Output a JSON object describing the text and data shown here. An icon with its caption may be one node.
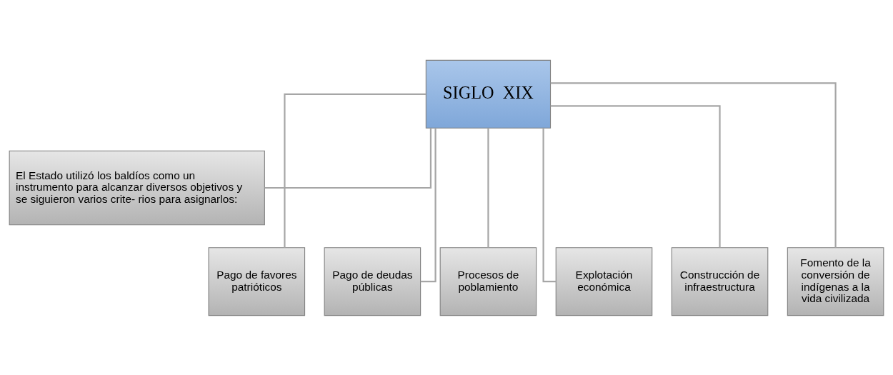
{
  "diagram": {
    "nodes": [
      {
        "text": [
          "SIGLO  XIX"
        ]
      },
      {
        "text": [
          "El Estado utilizó los baldíos como un instrumento para alcanzar diversos objetivos y se siguieron varios crite- rios para asignarlos:"
        ]
      },
      {
        "text": [
          "Pago de favores patrióticos"
        ]
      },
      {
        "text": [
          "Pago de deudas públicas"
        ]
      },
      {
        "text": [
          "Procesos de poblamiento"
        ]
      },
      {
        "text": [
          "Explotación económica"
        ]
      },
      {
        "text": [
          "Construcción de infraestructura"
        ]
      },
      {
        "text": [
          "Fomento de la conversión de indígenas a la vida civilizada"
        ]
      }
    ],
    "edges": [
      {
        "from": 0,
        "to": 1,
        "arrow": "none"
      },
      {
        "from": 0,
        "to": 2,
        "arrow": "none"
      },
      {
        "from": 0,
        "to": 3,
        "arrow": "none"
      },
      {
        "from": 0,
        "to": 4,
        "arrow": "none"
      },
      {
        "from": 0,
        "to": 5,
        "arrow": "none"
      },
      {
        "from": 0,
        "to": 6,
        "arrow": "none"
      },
      {
        "from": 0,
        "to": 7,
        "arrow": "none"
      }
    ]
  }
}
